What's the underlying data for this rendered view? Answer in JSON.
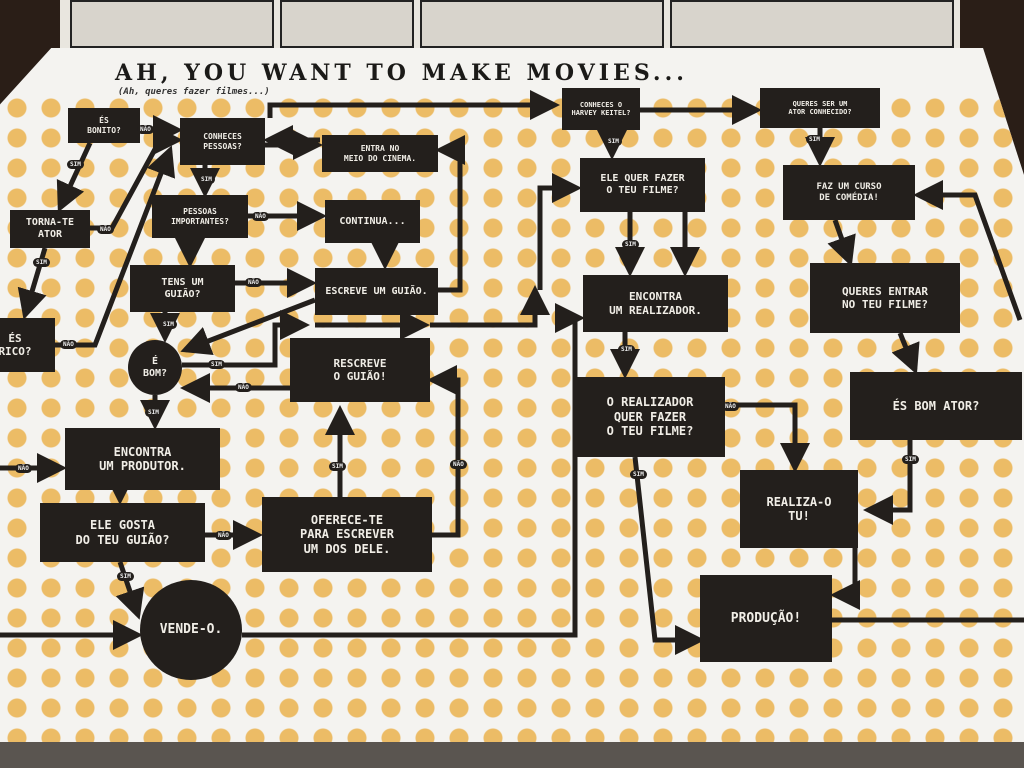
{
  "title": "AH, YOU WANT TO MAKE MOVIES...",
  "subtitle": "(Ah, queres fazer filmes...)",
  "nodes": {
    "es_bonito": "ÉS\nBONITO?",
    "conheces_pessoas": "CONHECES\nPESSOAS?",
    "entra_meio": "ENTRA NO\nMEIO DO CINEMA.",
    "pessoas_importantes": "PESSOAS\nIMPORTANTES?",
    "continua": "CONTINUA...",
    "torna_te_ator": "TORNA-TE\nATOR",
    "tens_guiao": "TENS UM\nGUIÃO?",
    "escreve_guiao": "ESCREVE UM GUIÃO.",
    "es_rico": "ÉS\nRICO?",
    "e_bom": "É\nBOM?",
    "rescreve": "RESCREVE\nO GUIÃO!",
    "encontra_produtor": "ENCONTRA\nUM PRODUTOR.",
    "ele_gosta": "ELE GOSTA\nDO TEU GUIÃO?",
    "oferece_te": "OFERECE-TE\nPARA ESCREVER\nUM DOS DELE.",
    "vende_o": "VENDE-O.",
    "conheces_harvey": "CONHECES O\nHARVEY KEITEL?",
    "queres_ser_ator": "QUERES SER UM\nATOR CONHECIDO?",
    "ele_quer_fazer": "ELE QUER FAZER\nO TEU FILME?",
    "faz_curso": "FAZ UM CURSO\nDE COMÉDIA!",
    "encontra_realizador": "ENCONTRA\nUM REALIZADOR.",
    "queres_entrar": "QUERES ENTRAR\nNO TEU FILME?",
    "o_realizador": "O REALIZADOR\nQUER FAZER\nO TEU FILME?",
    "es_bom_ator": "ÉS BOM ATOR?",
    "realiza_o": "REALIZA-O\nTU!",
    "producao": "PRODUÇÃO!"
  },
  "labels": {
    "sim": "SIM",
    "nao": "NÃO"
  }
}
